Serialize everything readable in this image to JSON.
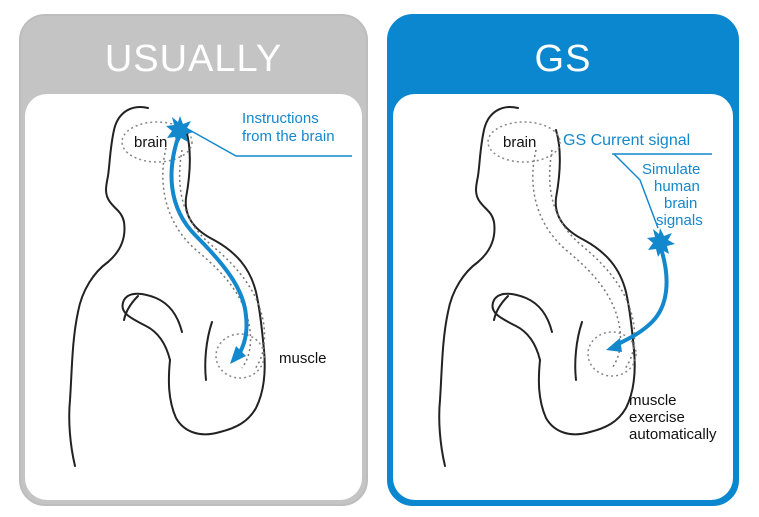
{
  "left_panel": {
    "title": "USUALLY",
    "brain_label": "brain",
    "instructions_line1": "Instructions",
    "instructions_line2": "from the brain",
    "muscle_label": "muscle"
  },
  "right_panel": {
    "title": "GS",
    "brain_label": "brain",
    "signal_label": "GS Current signal",
    "simulate_lines": [
      "Simulate",
      "human",
      "brain",
      "signals"
    ],
    "muscle_lines": [
      "muscle",
      "exercise",
      "automatically"
    ]
  },
  "colors": {
    "left_header": "#c4c4c4",
    "right_header": "#0a87cf",
    "arrow_blue": "#1488cc",
    "outline": "#222222"
  }
}
